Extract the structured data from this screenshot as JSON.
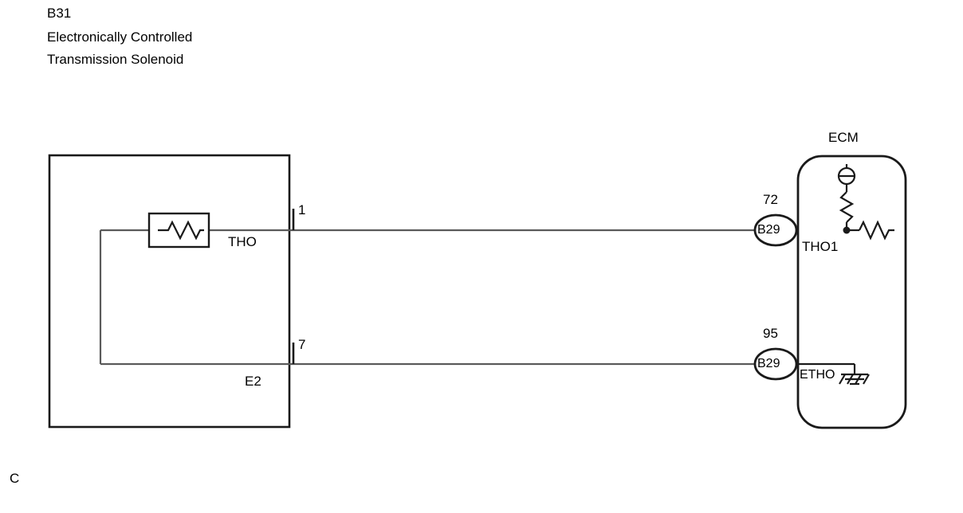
{
  "diagram": {
    "type": "automotive-wiring-schematic",
    "title_block": {
      "code": "B31",
      "line1": "Electronically Controlled",
      "line2": "Transmission Solenoid"
    },
    "footer_note": "C",
    "components": [
      {
        "id": "solenoid-box",
        "label_code": "B31",
        "name": "Electronically Controlled Transmission Solenoid",
        "terminals": [
          {
            "pin": "1",
            "name": "THO"
          },
          {
            "pin": "7",
            "name": "E2"
          }
        ],
        "internal_element": "thermistor-resistor"
      },
      {
        "id": "ecm-box",
        "label": "ECM",
        "terminals": [
          {
            "name": "THO1"
          },
          {
            "name": "ETHO"
          }
        ],
        "internal_elements": [
          "pull-up-resistor",
          "series-resistor",
          "ground-symbol"
        ]
      }
    ],
    "connectors": [
      {
        "id": "connector-72",
        "number": "72",
        "label": "B29"
      },
      {
        "id": "connector-95",
        "number": "95",
        "label": "B29"
      }
    ],
    "wires": [
      {
        "from_pin": "1",
        "from_name": "THO",
        "to_connector": "72",
        "to_terminal": "THO1"
      },
      {
        "from_pin": "7",
        "from_name": "E2",
        "to_connector": "95",
        "to_terminal": "ETHO"
      }
    ],
    "labels": {
      "ecm": "ECM",
      "tho": "THO",
      "e2": "E2",
      "tho1": "THO1",
      "etho": "ETHO",
      "pin1": "1",
      "pin7": "7",
      "num72": "72",
      "num95": "95",
      "b29_top": "B29",
      "b29_bottom": "B29"
    },
    "colors": {
      "line": "#1a1a1a",
      "wire": "#5a5a5a",
      "background": "#ffffff"
    }
  }
}
